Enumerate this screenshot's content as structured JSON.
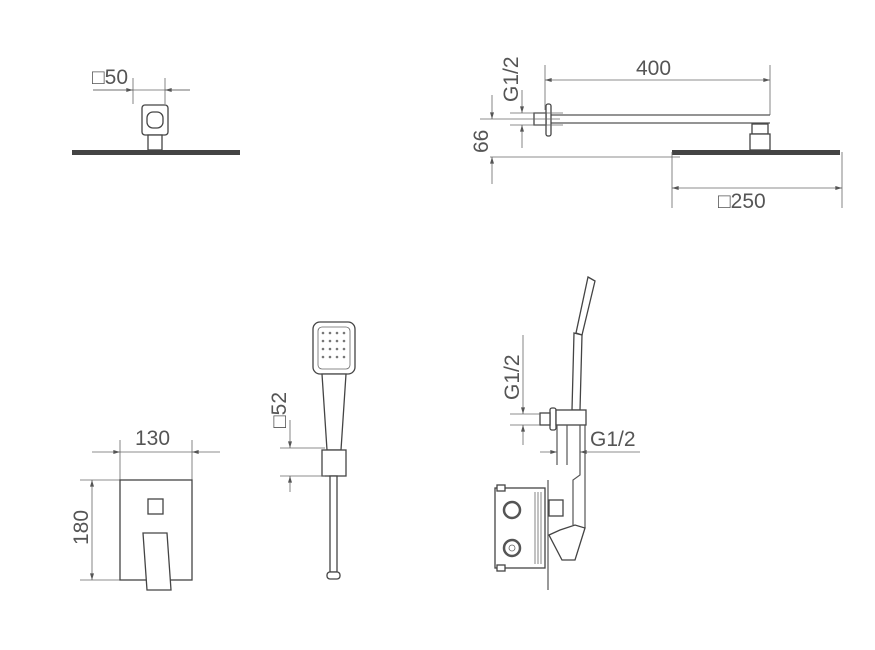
{
  "drawing": {
    "top_left_view": {
      "dim_square": "□50"
    },
    "top_right_view": {
      "arm_length": "400",
      "thread": "G1/2",
      "height": "66",
      "head_size": "□250"
    },
    "bottom_left_view": {
      "width": "130",
      "height": "180"
    },
    "bottom_middle_view": {
      "holder_size": "□52"
    },
    "bottom_right_view": {
      "thread_outlet": "G1/2",
      "thread_side": "G1/2"
    }
  }
}
